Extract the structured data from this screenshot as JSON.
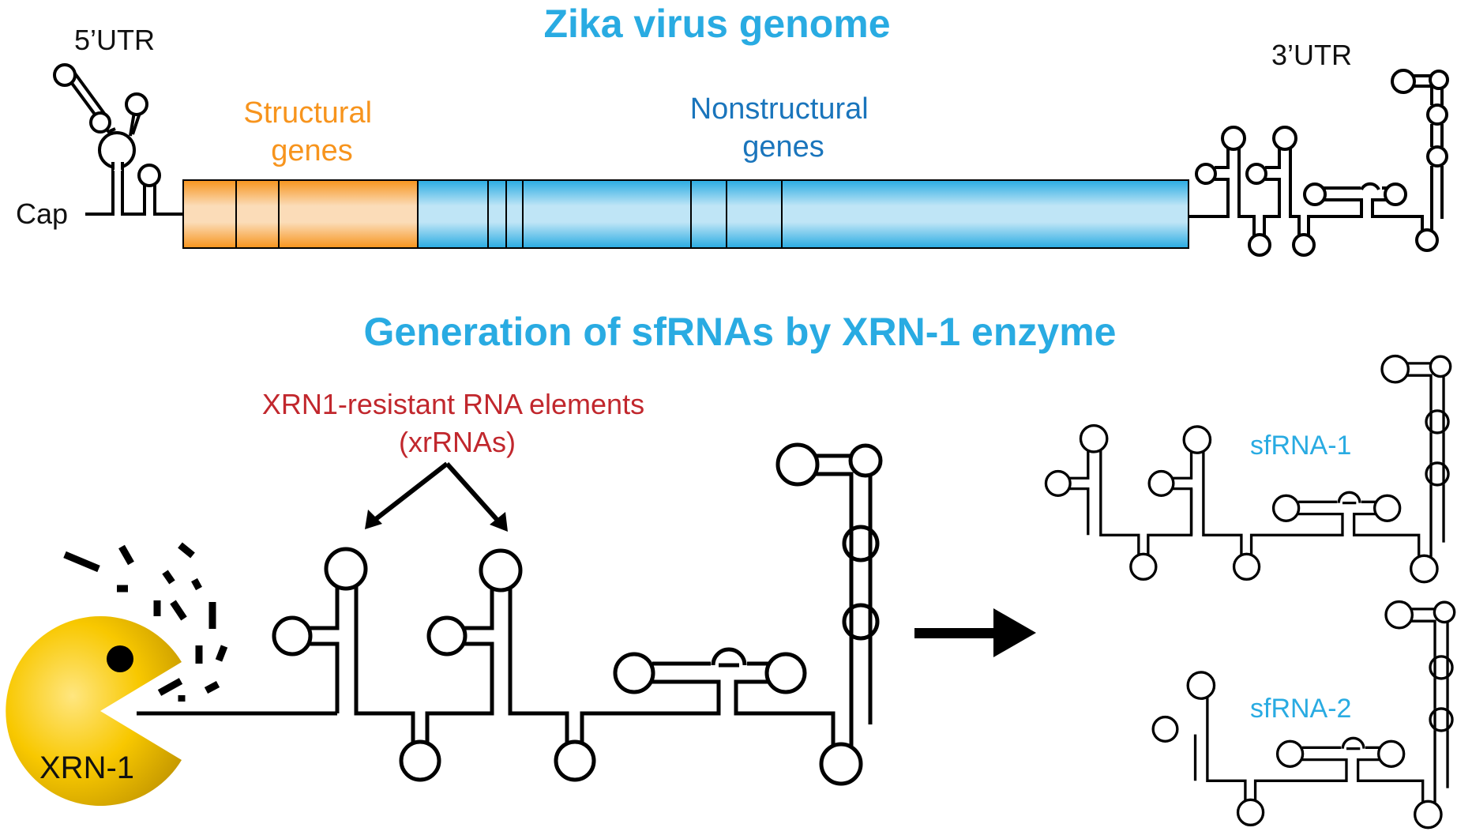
{
  "top_panel": {
    "title": "Zika virus genome",
    "utr5_label": "5’UTR",
    "utr3_label": "3’UTR",
    "cap_label": "Cap",
    "structural_label_line1": "Structural",
    "structural_label_line2": "genes",
    "nonstructural_label_line1": "Nonstructural",
    "nonstructural_label_line2": "genes",
    "structural_color": "#f7941d",
    "nonstructural_color": "#29abe2",
    "structural_segments": 3,
    "nonstructural_segments": 7
  },
  "bottom_panel": {
    "title": "Generation of sfRNAs by XRN-1 enzyme",
    "xrrna_label_line1": "XRN1-resistant RNA elements",
    "xrrna_label_line2": "(xrRNAs)",
    "enzyme_label": "XRN-1",
    "enzyme_color": "#f5c400",
    "products": [
      {
        "label": "sfRNA-1"
      },
      {
        "label": "sfRNA-2"
      }
    ]
  },
  "colors": {
    "title": "#29abe2",
    "structural": "#f7941d",
    "nonstructural_text": "#1a75bc",
    "xrrna_text": "#c1272d",
    "sfrna_text": "#29abe2"
  }
}
